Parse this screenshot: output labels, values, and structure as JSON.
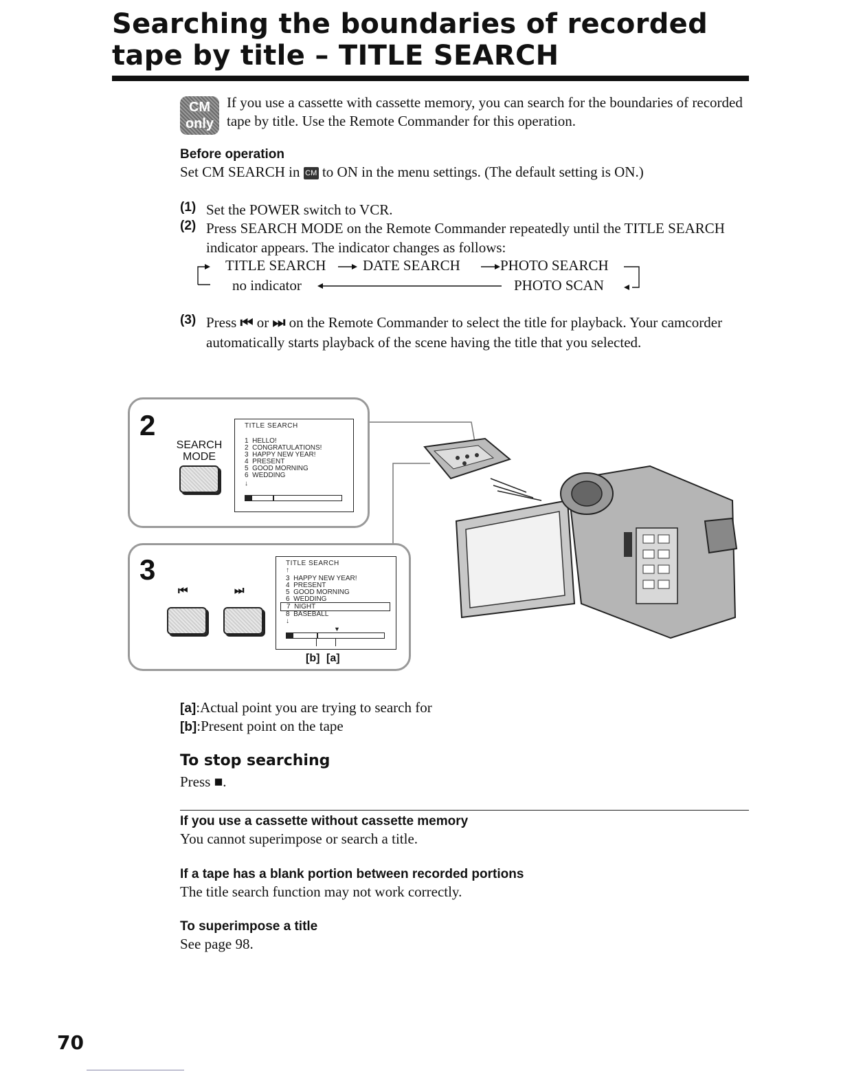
{
  "title": "Searching the boundaries of recorded tape by title – TITLE SEARCH",
  "badge": {
    "line1": "CM",
    "line2": "only"
  },
  "intro": "If you use a cassette with cassette memory, you can search for the boundaries of recorded tape by title. Use the Remote Commander for this operation.",
  "before_operation": {
    "heading": "Before operation",
    "text_before": "Set CM SEARCH in ",
    "icon_label": "CM",
    "text_after": " to ON in the menu settings. (The default setting is ON.)"
  },
  "steps": [
    {
      "num": "(1)",
      "text": "Set the POWER switch to VCR."
    },
    {
      "num": "(2)",
      "text": "Press SEARCH MODE on the Remote Commander repeatedly until the TITLE SEARCH indicator appears. The indicator changes as follows:"
    },
    {
      "num": "(3)",
      "text_a": "Press ",
      "skip_back": "⏮",
      "text_or": " or ",
      "skip_fwd": "⏭",
      "text_b": " on the Remote Commander to select the title for playback. Your camcorder automatically starts playback of the scene having the title that you selected."
    }
  ],
  "sequence": {
    "title_search": "TITLE SEARCH",
    "date_search": "DATE SEARCH",
    "photo_search": "PHOTO SEARCH",
    "no_indicator": "no indicator",
    "photo_scan": "PHOTO SCAN"
  },
  "figure": {
    "panel2": {
      "step": "2",
      "button_label_1": "SEARCH",
      "button_label_2": "MODE",
      "screen_title": "TITLE SEARCH",
      "items": [
        {
          "n": "1",
          "name": "HELLO!"
        },
        {
          "n": "2",
          "name": "CONGRATULATIONS!"
        },
        {
          "n": "3",
          "name": "HAPPY NEW YEAR!"
        },
        {
          "n": "4",
          "name": "PRESENT"
        },
        {
          "n": "5",
          "name": "GOOD MORNING"
        },
        {
          "n": "6",
          "name": "WEDDING"
        }
      ]
    },
    "panel3": {
      "step": "3",
      "btn_prev": "⏮",
      "btn_next": "⏭",
      "screen_title": "TITLE SEARCH",
      "items": [
        {
          "n": "3",
          "name": "HAPPY NEW YEAR!"
        },
        {
          "n": "4",
          "name": "PRESENT"
        },
        {
          "n": "5",
          "name": "GOOD MORNING"
        },
        {
          "n": "6",
          "name": "WEDDING"
        },
        {
          "n": "7",
          "name": "NIGHT"
        },
        {
          "n": "8",
          "name": "BASEBALL"
        }
      ],
      "marker_b": "[b]",
      "marker_a": "[a]"
    }
  },
  "legend": [
    {
      "key": "[a]",
      "text": ":Actual point you are trying to search for"
    },
    {
      "key": "[b]",
      "text": ":Present point on the tape"
    }
  ],
  "stop": {
    "heading": "To stop searching",
    "text": "Press ■."
  },
  "notes": [
    {
      "heading": "If you use a cassette without cassette memory",
      "text": "You cannot superimpose or search a title."
    },
    {
      "heading": "If a tape has a blank portion between recorded portions",
      "text": "The title search function may not work correctly."
    },
    {
      "heading": "To superimpose a title",
      "text": "See page 98."
    }
  ],
  "page_number": "70"
}
